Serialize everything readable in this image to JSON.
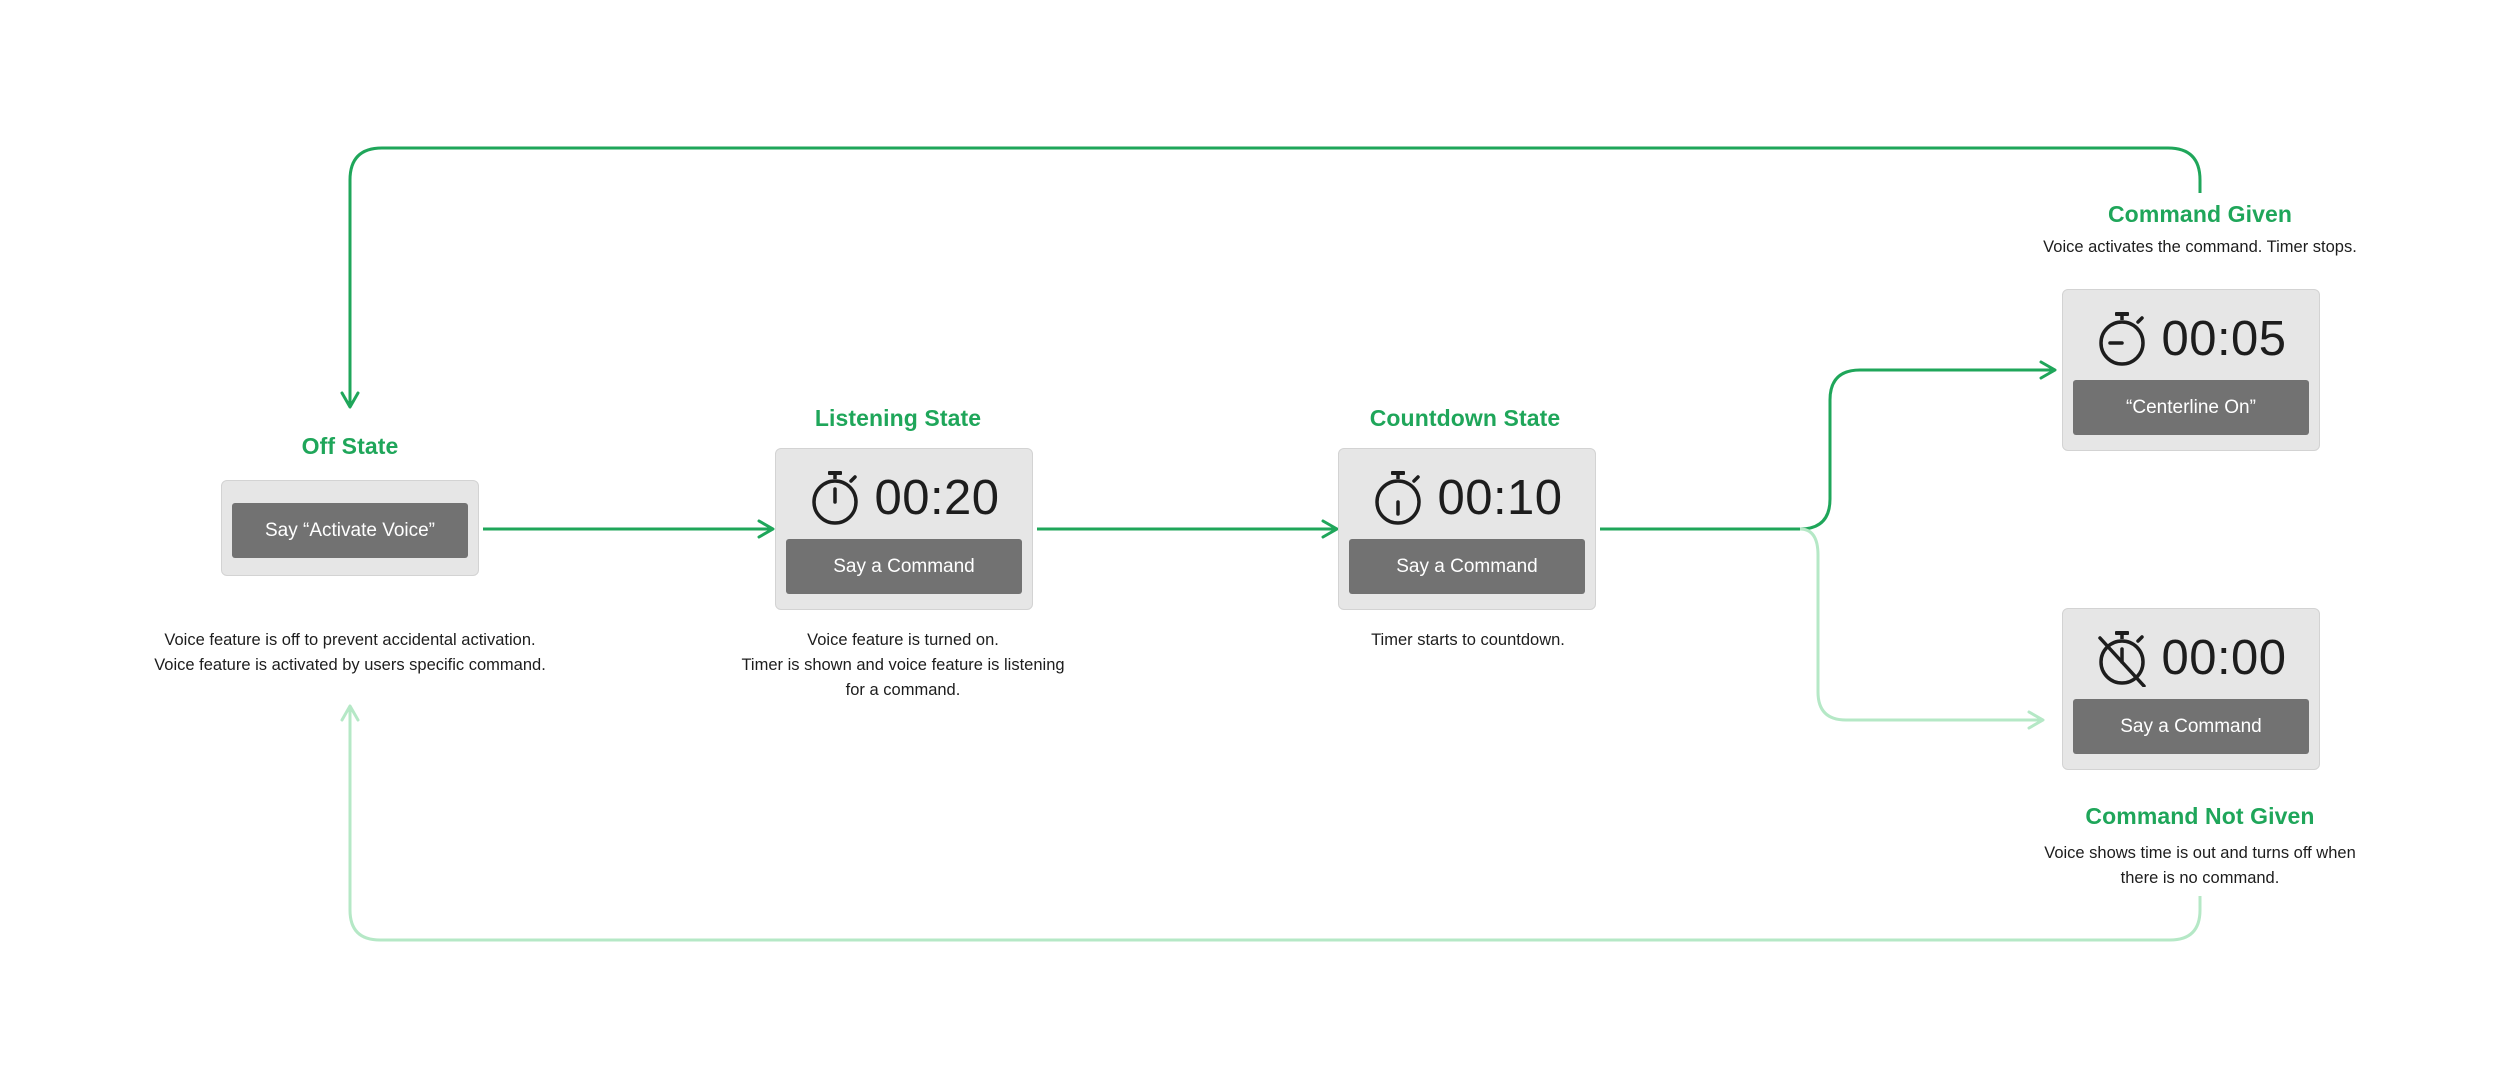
{
  "colors": {
    "accent": "#1fa65a",
    "connector_primary": "#1fa65a",
    "connector_light": "#b5e8c6",
    "card_background": "#e6e6e6",
    "button_background": "#727272",
    "button_text": "#ffffff"
  },
  "states": {
    "off": {
      "title": "Off State",
      "button": "Say “Activate Voice”",
      "description": [
        "Voice feature is off to prevent accidental activation.",
        "Voice feature is activated by users specific command."
      ]
    },
    "listening": {
      "title": "Listening State",
      "timer": "00:20",
      "icon": "stopwatch-icon",
      "button": "Say a Command",
      "description": [
        "Voice feature is turned on.",
        "Timer is shown and voice feature is listening",
        "for a command."
      ]
    },
    "countdown": {
      "title": "Countdown State",
      "timer": "00:10",
      "icon": "stopwatch-icon",
      "button": "Say a Command",
      "description": [
        "Timer starts to countdown."
      ]
    },
    "given": {
      "title": "Command Given",
      "timer": "00:05",
      "icon": "stopwatch-stopped-icon",
      "button": "“Centerline On”",
      "description": [
        "Voice activates the command. Timer stops."
      ]
    },
    "not_given": {
      "title": "Command Not Given",
      "timer": "00:00",
      "icon": "stopwatch-off-icon",
      "button": "Say a Command",
      "description": [
        "Voice shows time is out and turns off when",
        "there is no command."
      ]
    }
  }
}
